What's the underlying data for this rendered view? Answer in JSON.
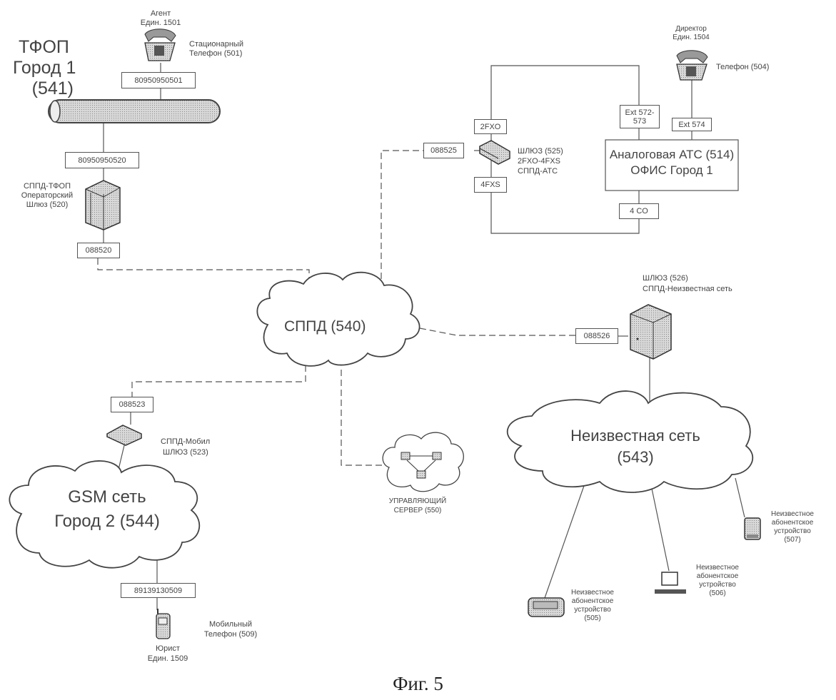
{
  "figure_caption": "Фиг. 5",
  "networks": {
    "pstn": {
      "line1": "ТФОП",
      "line2": "Город 1",
      "line3": "(541)"
    },
    "ipnet": {
      "label": "СППД  (540)"
    },
    "gsm": {
      "line1": "GSM сеть",
      "line2": "Город 2 (544)"
    },
    "unknown": {
      "line1": "Неизвестная сеть",
      "line2": "(543)"
    }
  },
  "devices": {
    "phone501": {
      "owner": "Агент",
      "unit": "Един. 1501",
      "name1": "Стационарный",
      "name2": "Телефон (501)",
      "number": "80950950501",
      "icon": "desk-phone-icon"
    },
    "gw520": {
      "line1": "СППД-ТФОП",
      "line2": "Операторский",
      "line3": "Шлюз (520)",
      "number_top": "80950950520",
      "number_bottom": "088520",
      "icon": "server-tower-icon"
    },
    "gw525": {
      "line1": "ШЛЮЗ  (525)",
      "line2": "2FXO-4FXS",
      "line3": "СППД-АТС",
      "number": "088525",
      "port_top": "2FXO",
      "port_bottom": "4FXS",
      "icon": "gateway-icon"
    },
    "pbx514": {
      "line1": "Аналоговая АТС (514)",
      "line2": "ОФИС Город 1",
      "ext1a": "Ext 572-",
      "ext1b": "573",
      "ext2": "Ext 574",
      "co": "4 CO"
    },
    "phone504": {
      "owner": "Директор",
      "unit": "Един. 1504",
      "name": "Телефон (504)",
      "icon": "desk-phone-icon"
    },
    "gw526": {
      "line1": "ШЛЮЗ (526)",
      "line2": "СППД-Неизвестная сеть",
      "number": "088526",
      "icon": "server-icon"
    },
    "gw523": {
      "line1": "СППД-Мобил",
      "line2": "ШЛЮЗ (523)",
      "number": "088523",
      "icon": "gateway-icon"
    },
    "mobile509": {
      "name1": "Мобильный",
      "name2": "Телефон (509)",
      "owner": "Юрист",
      "unit": "Един. 1509",
      "number": "89139130509",
      "icon": "mobile-phone-icon"
    },
    "server550": {
      "line1": "УПРАВЛЯЮЩИЙ",
      "line2": "СЕРВЕР (550)",
      "icon": "network-cloud-icon"
    },
    "dev505": {
      "line1": "Неизвестное",
      "line2": "абонентское",
      "line3": "устройство",
      "line4": "(505)",
      "icon": "pager-icon"
    },
    "dev506": {
      "line1": "Неизвестное",
      "line2": "абонентское",
      "line3": "устройство",
      "line4": "(506)",
      "icon": "computer-icon"
    },
    "dev507": {
      "line1": "Неизвестное",
      "line2": "абонентское",
      "line3": "устройство",
      "line4": "(507)",
      "icon": "pda-icon"
    }
  }
}
